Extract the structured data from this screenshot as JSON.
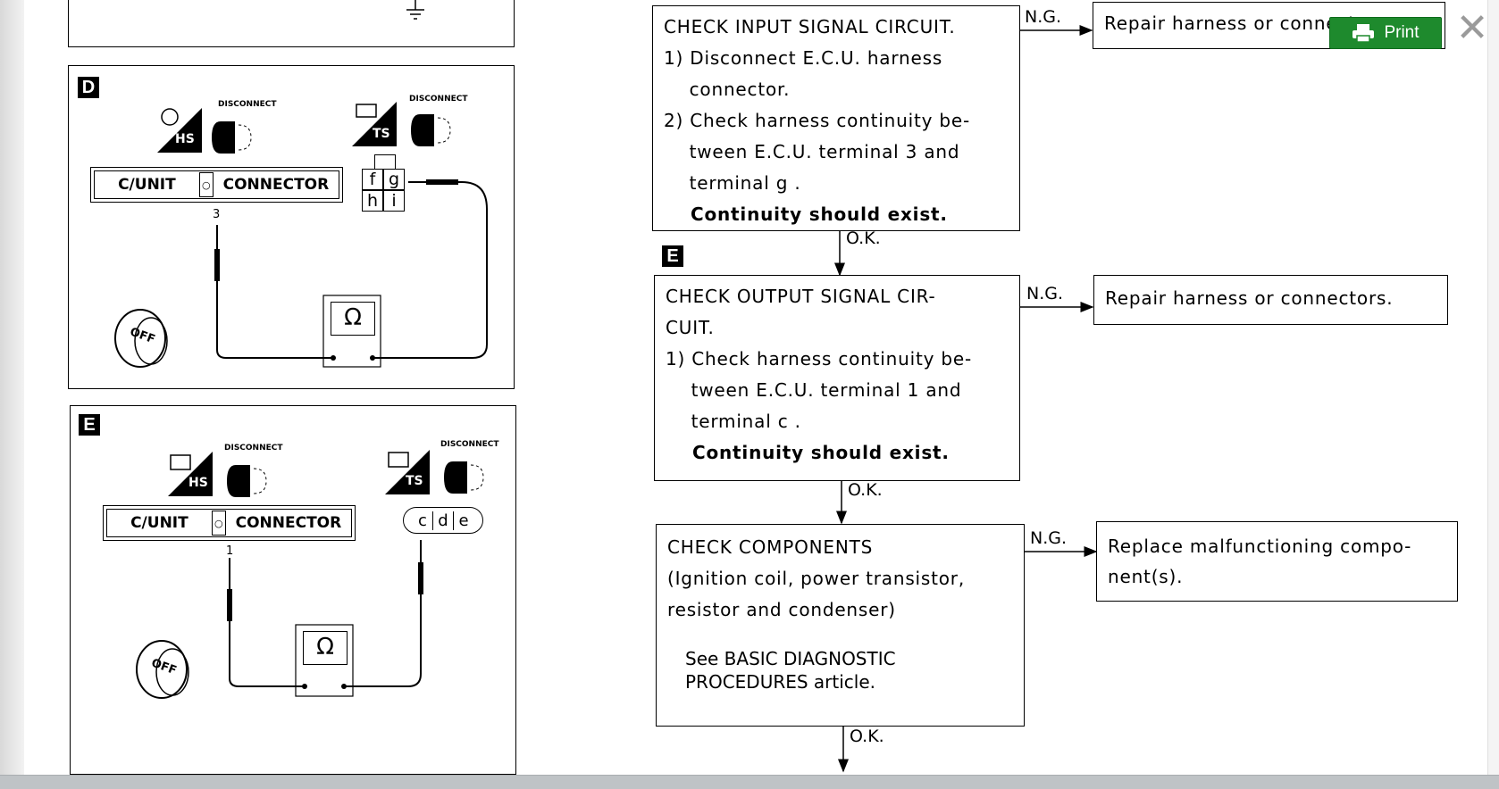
{
  "toolbar": {
    "print_label": "Print",
    "close_glyph": "✕"
  },
  "panels": {
    "d": {
      "tag": "D",
      "icons": {
        "left_badge": "HS",
        "right_badge": "TS",
        "disconnect_left": "DISCONNECT",
        "disconnect_right": "DISCONNECT"
      },
      "strip": {
        "unit": "C/UNIT",
        "connector": "CONNECTOR"
      },
      "pin_label": "3",
      "terminals": [
        "f",
        "g",
        "h",
        "i"
      ],
      "meter": "Ω",
      "ignition": "OFF"
    },
    "e": {
      "tag": "E",
      "icons": {
        "left_badge": "HS",
        "right_badge": "TS",
        "disconnect_left": "DISCONNECT",
        "disconnect_right": "DISCONNECT"
      },
      "strip": {
        "unit": "C/UNIT",
        "connector": "CONNECTOR"
      },
      "pin_label": "1",
      "terminals": [
        "c",
        "d",
        "e"
      ],
      "meter": "Ω",
      "ignition": "OFF"
    }
  },
  "flowchart": {
    "step_input": {
      "lines": [
        "CHECK INPUT SIGNAL CIRCUIT.",
        "1) Disconnect E.C.U. harness",
        "    connector.",
        "2) Check harness continuity be-",
        "    tween E.C.U. terminal 3 and",
        "    terminal g ."
      ],
      "result": "Continuity should exist."
    },
    "ng_input": {
      "label": "N.G.",
      "action": "Repair harness or connectors."
    },
    "ok_1": "O.K.",
    "step_e_tag": "E",
    "step_output": {
      "lines": [
        "CHECK OUTPUT SIGNAL CIR-",
        "CUIT.",
        "1) Check harness continuity be-",
        "    tween E.C.U. terminal 1 and",
        "    terminal c ."
      ],
      "result": "Continuity should exist."
    },
    "ng_output": {
      "label": "N.G.",
      "action": "Repair harness or connectors."
    },
    "ok_2": "O.K.",
    "step_components": {
      "lines": [
        "CHECK COMPONENTS",
        "(Ignition coil, power transistor,",
        "resistor and condenser)"
      ],
      "see_lines": [
        "See BASIC DIAGNOSTIC",
        "PROCEDURES article."
      ]
    },
    "ng_components": {
      "label": "N.G.",
      "action_lines": [
        "Replace malfunctioning compo-",
        "nent(s)."
      ]
    },
    "ok_3": "O.K."
  }
}
